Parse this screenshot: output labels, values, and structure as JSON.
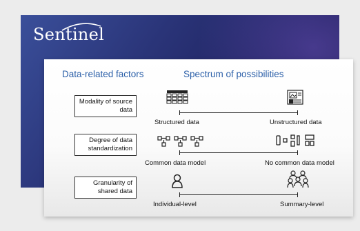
{
  "brand": {
    "name": "Sentinel"
  },
  "headers": {
    "left": "Data-related factors",
    "right": "Spectrum of possibilities"
  },
  "rows": [
    {
      "factor": "Modality of source data",
      "left_label": "Structured data",
      "right_label": "Unstructured data",
      "left_icon": "data-table-icon",
      "right_icon": "document-image-icon"
    },
    {
      "factor": "Degree of data standardization",
      "left_label": "Common data model",
      "right_label": "No common data model",
      "left_icon": "connected-nodes-icon",
      "right_icon": "scattered-shapes-icon"
    },
    {
      "factor": "Granularity of shared data",
      "left_label": "Individual-level",
      "right_label": "Summary-level",
      "left_icon": "person-icon",
      "right_icon": "group-icon"
    }
  ],
  "colors": {
    "header_text": "#2b5fa8",
    "banner": "#2a3478"
  }
}
